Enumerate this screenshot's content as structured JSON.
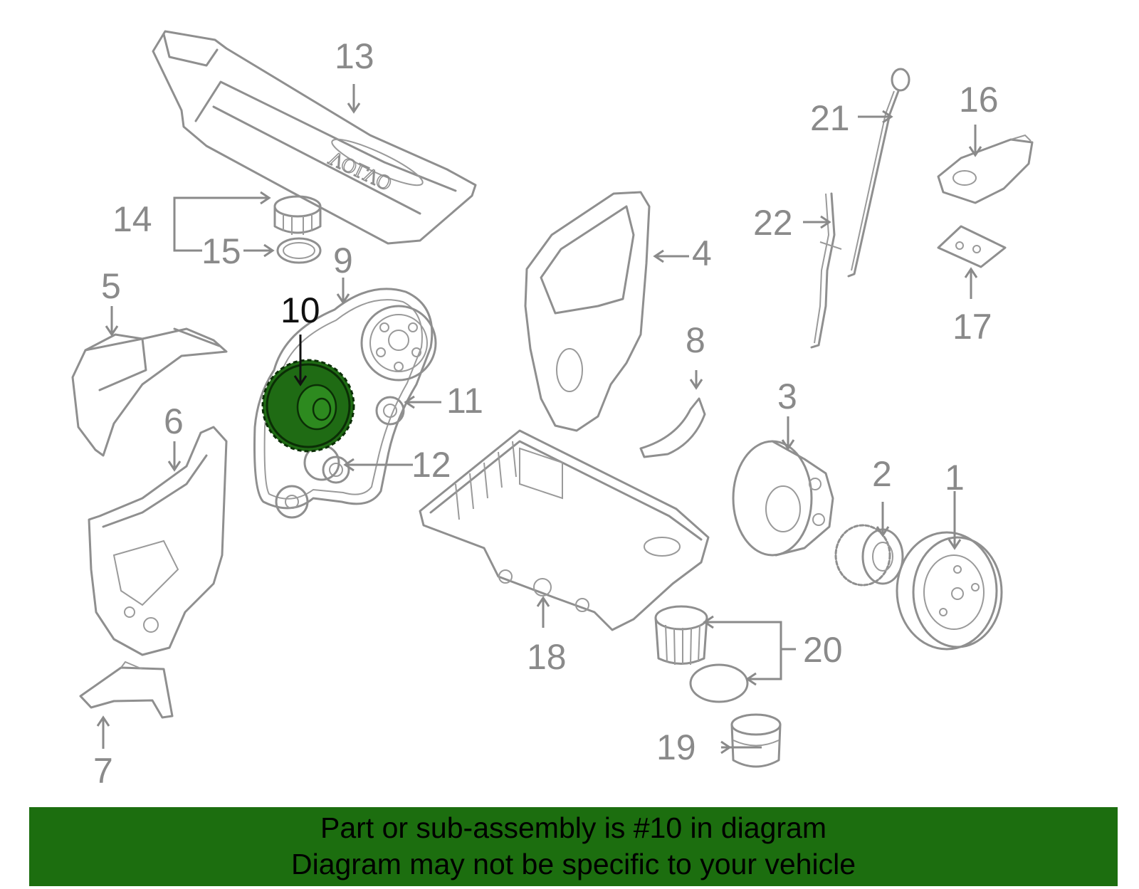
{
  "diagram": {
    "highlighted_part": "10",
    "callouts": [
      {
        "id": "1",
        "label": "1"
      },
      {
        "id": "2",
        "label": "2"
      },
      {
        "id": "3",
        "label": "3"
      },
      {
        "id": "4",
        "label": "4"
      },
      {
        "id": "5",
        "label": "5"
      },
      {
        "id": "6",
        "label": "6"
      },
      {
        "id": "7",
        "label": "7"
      },
      {
        "id": "8",
        "label": "8"
      },
      {
        "id": "9",
        "label": "9"
      },
      {
        "id": "10",
        "label": "10"
      },
      {
        "id": "11",
        "label": "11"
      },
      {
        "id": "12",
        "label": "12"
      },
      {
        "id": "13",
        "label": "13"
      },
      {
        "id": "14",
        "label": "14"
      },
      {
        "id": "15",
        "label": "15"
      },
      {
        "id": "16",
        "label": "16"
      },
      {
        "id": "17",
        "label": "17"
      },
      {
        "id": "18",
        "label": "18"
      },
      {
        "id": "19",
        "label": "19"
      },
      {
        "id": "20",
        "label": "20"
      },
      {
        "id": "21",
        "label": "21"
      },
      {
        "id": "22",
        "label": "22"
      }
    ],
    "cover_text": "VOLVO",
    "colors": {
      "line": "#8f8f8f",
      "highlight": "#1f6b14",
      "caption_bar": "#1c6e0f"
    }
  },
  "caption": {
    "line1": "Part or sub-assembly is #10 in diagram",
    "line2": "Diagram may not be specific to your vehicle"
  }
}
